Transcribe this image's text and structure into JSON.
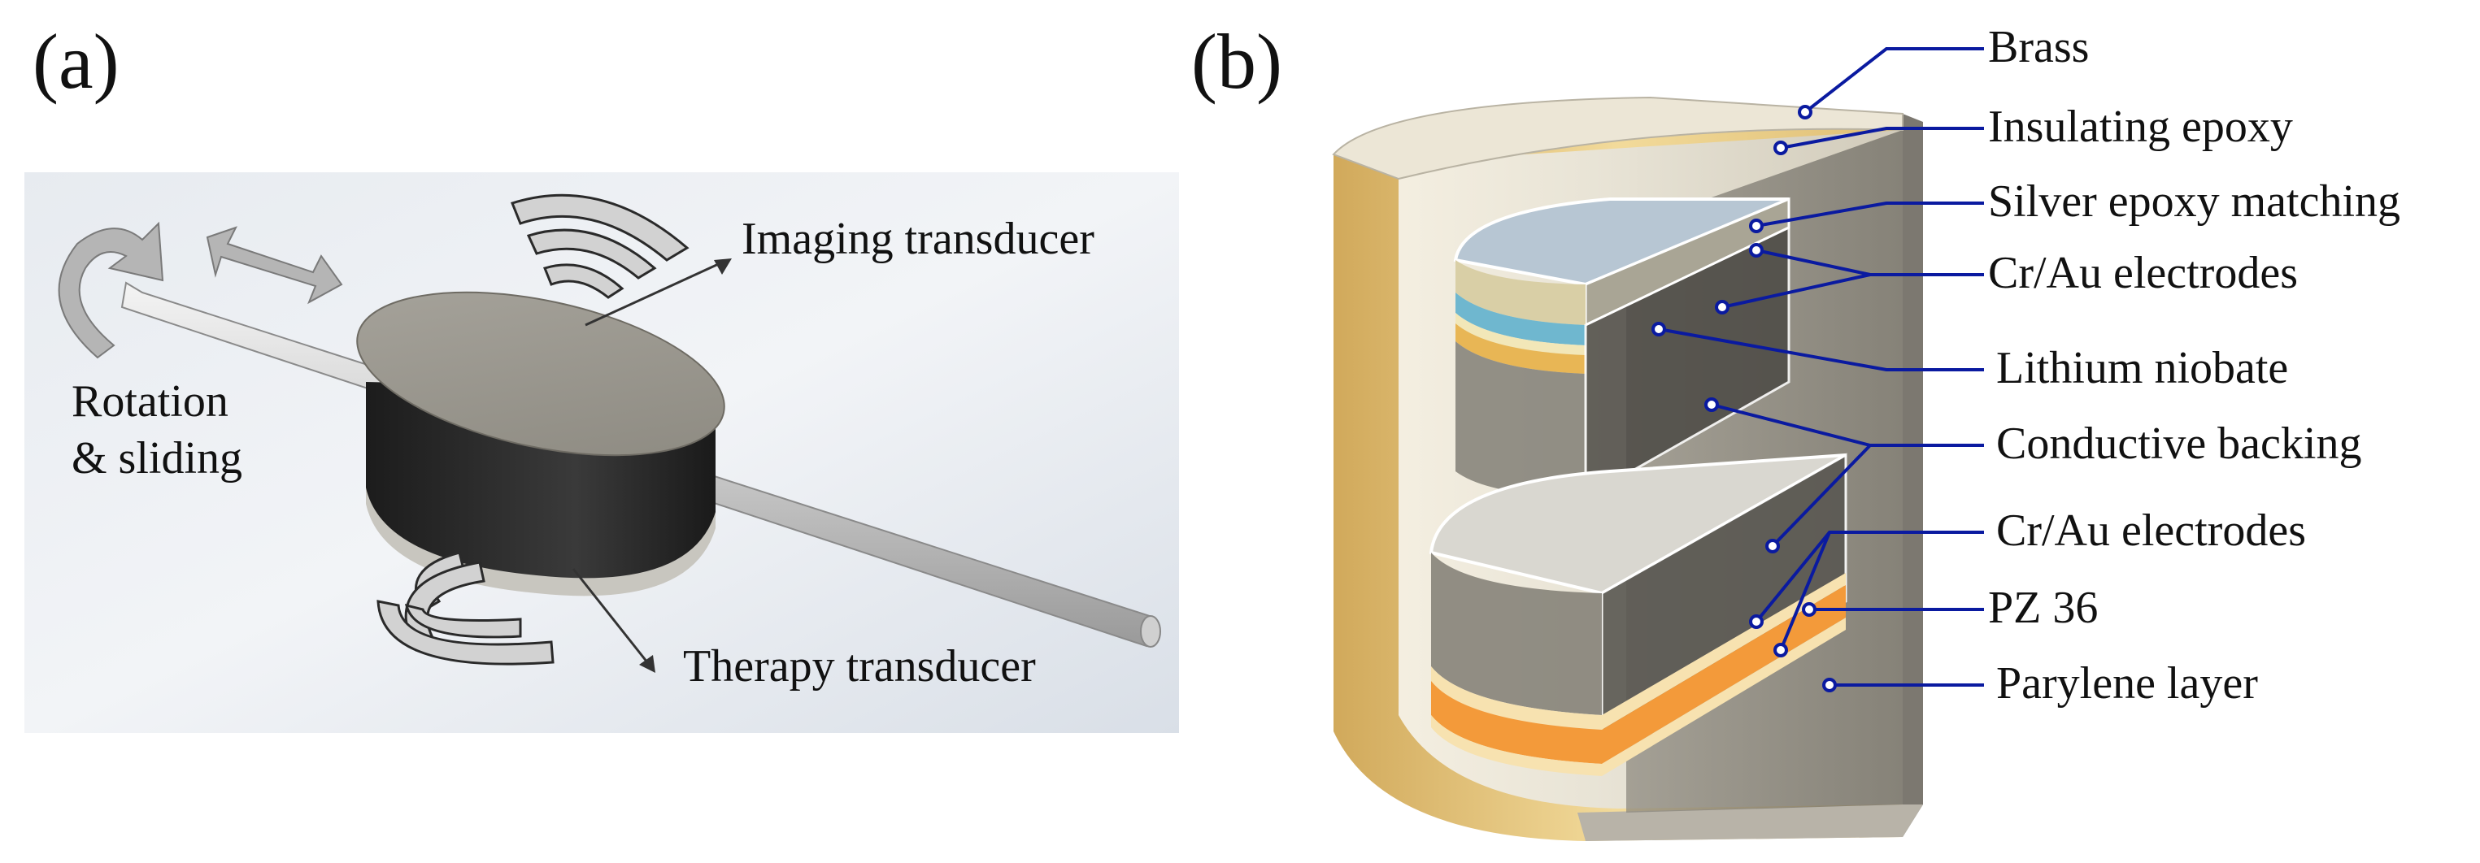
{
  "panel_a": {
    "label": "(a)",
    "rotation_label_1": "Rotation",
    "rotation_label_2": "& sliding",
    "imaging_label": "Imaging transducer",
    "therapy_label": "Therapy transducer"
  },
  "panel_b": {
    "label": "(b)",
    "layers": [
      "Brass",
      "Insulating epoxy",
      "Silver epoxy matching",
      "Cr/Au electrodes",
      "Lithium niobate",
      "Conductive backing",
      "Cr/Au electrodes",
      "PZ 36",
      "Parylene layer"
    ]
  },
  "colors": {
    "leader_line": "#0a1aa0",
    "brass": "#d9b25a",
    "orange_layer": "#f39a3a",
    "blue_layer": "#6fb7cf"
  }
}
